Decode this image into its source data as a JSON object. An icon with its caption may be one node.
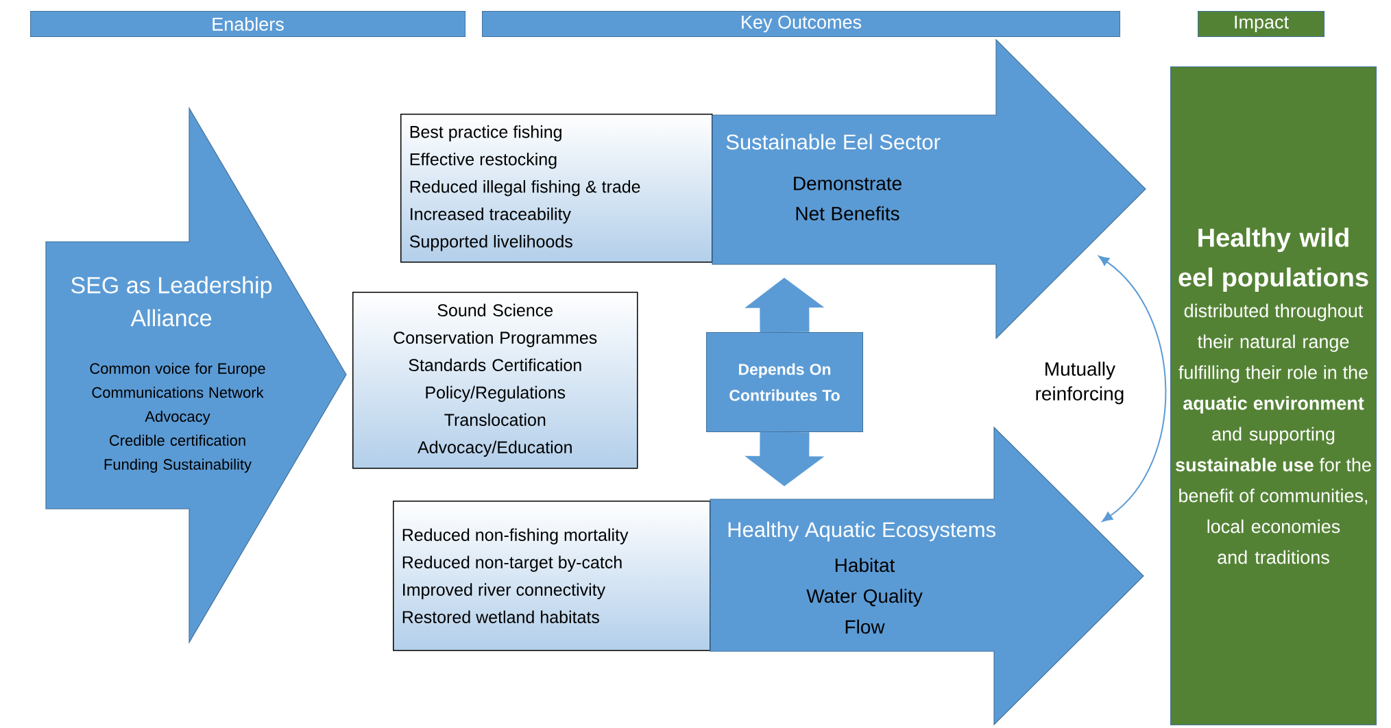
{
  "diagram": {
    "nodes": [
      {
        "text": [
          "Enablers"
        ]
      },
      {
        "text": [
          "Key Outcomes"
        ]
      },
      {
        "text": [
          "Impact"
        ]
      },
      {
        "text": [
          "SEG as Leadership Alliance",
          "Common voice for Europe",
          "Communications Network",
          "Advocacy",
          "Credible certification",
          "Funding Sustainability"
        ]
      },
      {
        "text": [
          "Sound Science",
          "Conservation Programmes",
          "Standards Certification",
          "Policy/Regulations",
          "Translocation",
          "Advocacy/Education"
        ]
      },
      {
        "text": [
          "Best practice fishing",
          "Effective restocking",
          "Reduced illegal fishing & trade",
          "Increased traceability",
          "Supported livelihoods"
        ]
      },
      {
        "text": [
          "Sustainable Eel Sector",
          "Demonstrate Net Benefits"
        ]
      },
      {
        "text": [
          "Depends On",
          "Contributes To"
        ]
      },
      {
        "text": [
          "Reduced non-fishing mortality",
          "Reduced non-target by-catch",
          "Improved river connectivity",
          "Restored wetland habitats"
        ]
      },
      {
        "text": [
          "Healthy Aquatic Ecosystems",
          "Habitat",
          "Water Quality",
          "Flow"
        ]
      },
      {
        "text": [
          "Healthy wild eel populations",
          "distributed throughout their natural range fulfilling their role in the **aquatic environment** and supporting **sustainable use** for the benefit of communities, local economies and traditions"
        ]
      }
    ],
    "edges": [
      {
        "from": 7,
        "to": 6,
        "arrow": "to"
      },
      {
        "from": 7,
        "to": 9,
        "arrow": "to"
      },
      {
        "from": 6,
        "to": 9,
        "arrow": "both",
        "label": "Mutually reinforcing"
      }
    ]
  }
}
